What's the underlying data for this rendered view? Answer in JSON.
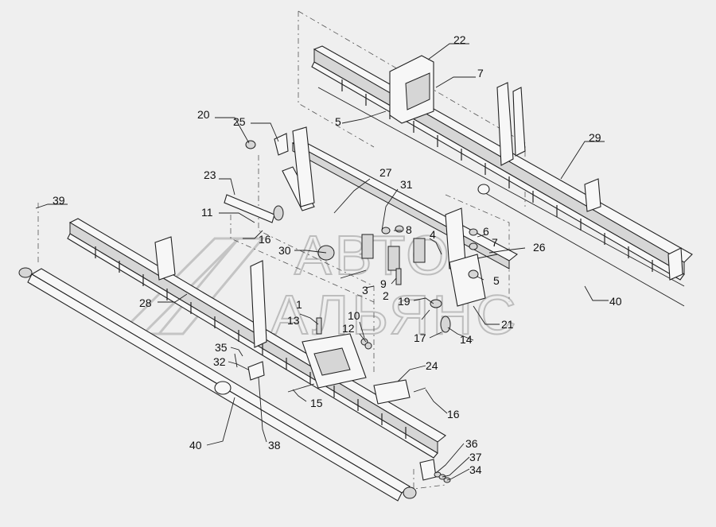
{
  "watermark": {
    "line1": "АВТО",
    "line2": "АЛЬЯНС"
  },
  "callouts": [
    {
      "id": "c22a",
      "text": "22"
    },
    {
      "id": "c7a",
      "text": "7"
    },
    {
      "id": "c5a",
      "text": "5"
    },
    {
      "id": "c29",
      "text": "29"
    },
    {
      "id": "c20",
      "text": "20"
    },
    {
      "id": "c25",
      "text": "25"
    },
    {
      "id": "c23",
      "text": "23"
    },
    {
      "id": "c27",
      "text": "27"
    },
    {
      "id": "c31",
      "text": "31"
    },
    {
      "id": "c39",
      "text": "39"
    },
    {
      "id": "c11",
      "text": "11"
    },
    {
      "id": "c16a",
      "text": "16"
    },
    {
      "id": "c8",
      "text": "8"
    },
    {
      "id": "c4",
      "text": "4"
    },
    {
      "id": "c6",
      "text": "6"
    },
    {
      "id": "c7b",
      "text": "7"
    },
    {
      "id": "c26",
      "text": "26"
    },
    {
      "id": "c30",
      "text": "30"
    },
    {
      "id": "c9",
      "text": "9"
    },
    {
      "id": "c2",
      "text": "2"
    },
    {
      "id": "c3",
      "text": "3"
    },
    {
      "id": "c5b",
      "text": "5"
    },
    {
      "id": "c19",
      "text": "19"
    },
    {
      "id": "c40a",
      "text": "40"
    },
    {
      "id": "c28",
      "text": "28"
    },
    {
      "id": "c1",
      "text": "1"
    },
    {
      "id": "c13",
      "text": "13"
    },
    {
      "id": "c10",
      "text": "10"
    },
    {
      "id": "c12",
      "text": "12"
    },
    {
      "id": "c21",
      "text": "21"
    },
    {
      "id": "c17",
      "text": "17"
    },
    {
      "id": "c14",
      "text": "14"
    },
    {
      "id": "c35",
      "text": "35"
    },
    {
      "id": "c32",
      "text": "32"
    },
    {
      "id": "c24",
      "text": "24"
    },
    {
      "id": "c15",
      "text": "15"
    },
    {
      "id": "c16b",
      "text": "16"
    },
    {
      "id": "c40b",
      "text": "40"
    },
    {
      "id": "c38",
      "text": "38"
    },
    {
      "id": "c36",
      "text": "36"
    },
    {
      "id": "c37",
      "text": "37"
    },
    {
      "id": "c34",
      "text": "34"
    }
  ]
}
